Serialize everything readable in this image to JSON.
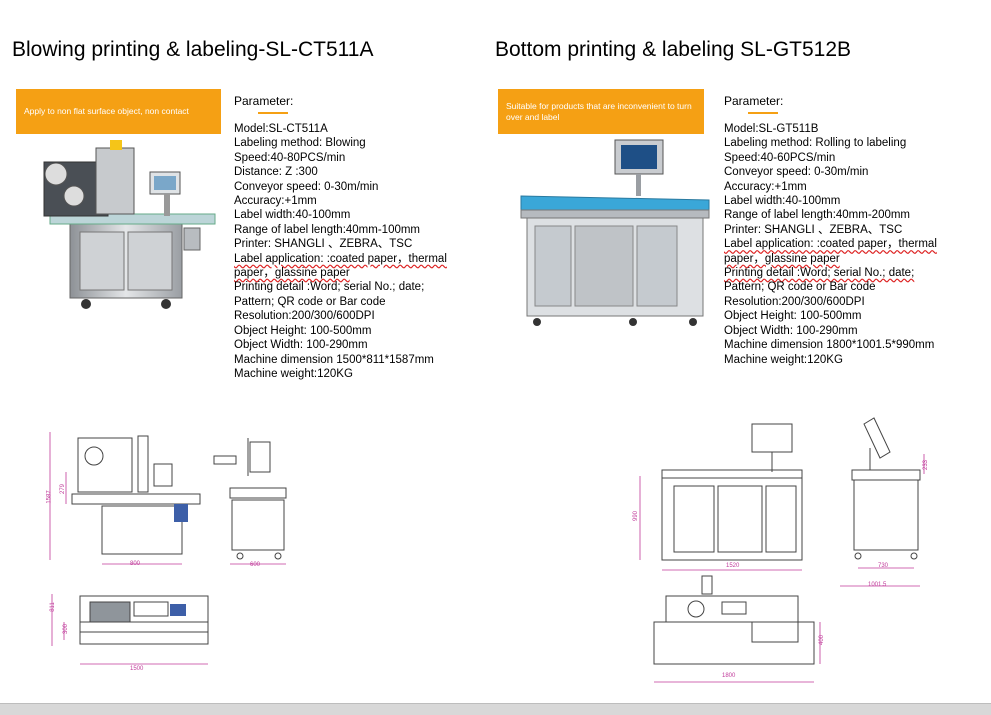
{
  "left": {
    "title": "Blowing printing & labeling-SL-CT511A",
    "banner": "Apply to non flat surface object, non contact",
    "param_heading": "Parameter:",
    "specs": [
      "Model:SL-CT511A",
      "Labeling method: Blowing",
      "Speed:40-80PCS/min",
      "Distance: Z :300",
      "Conveyor speed: 0-30m/min",
      "Accuracy:+1mm",
      "Label width:40-100mm",
      "Range of label length:40mm-100mm",
      "Printer: SHANGLI 、ZEBRA、TSC",
      "Label application: :coated paper，thermal",
      "paper，glassine paper",
      "Printing detail :Word; serial No.; date;",
      "Pattern; QR code or Bar code",
      "Resolution:200/300/600DPI",
      "Object Height: 100-500mm",
      "Object Width: 100-290mm",
      "Machine dimension 1500*811*1587mm",
      "Machine weight:120KG"
    ],
    "dims": {
      "height": "1587",
      "mid_height": "279",
      "width": "800",
      "side_width": "600",
      "depth": "811",
      "conveyor": "300",
      "length": "1500"
    }
  },
  "right": {
    "title": "Bottom printing & labeling SL-GT512B",
    "banner": "Suitable for products that are inconvenient to turn over and label",
    "param_heading": "Parameter:",
    "specs": [
      "Model:SL-GT511B",
      "Labeling method: Rolling to labeling",
      "Speed:40-60PCS/min",
      "Conveyor speed: 0-30m/min",
      "Accuracy:+1mm",
      "Label width:40-100mm",
      "Range of label length:40mm-200mm",
      "Printer: SHANGLI 、ZEBRA、TSC",
      "Label application: :coated paper，thermal",
      "paper，glassine paper",
      "Printing detail :Word; serial No.; date;",
      "Pattern; QR code or Bar code",
      "Resolution:200/300/600DPI",
      "Object Height: 100-500mm",
      "Object Width: 100-290mm",
      "Machine dimension 1800*1001.5*990mm",
      "Machine weight:120KG"
    ],
    "dims": {
      "height": "990",
      "width": "1520",
      "top": "233",
      "side_width": "730",
      "side_total": "1001.5",
      "depth": "400",
      "length": "1800"
    }
  },
  "colors": {
    "accent": "#f5a014",
    "dim_line": "#c03a9a"
  }
}
